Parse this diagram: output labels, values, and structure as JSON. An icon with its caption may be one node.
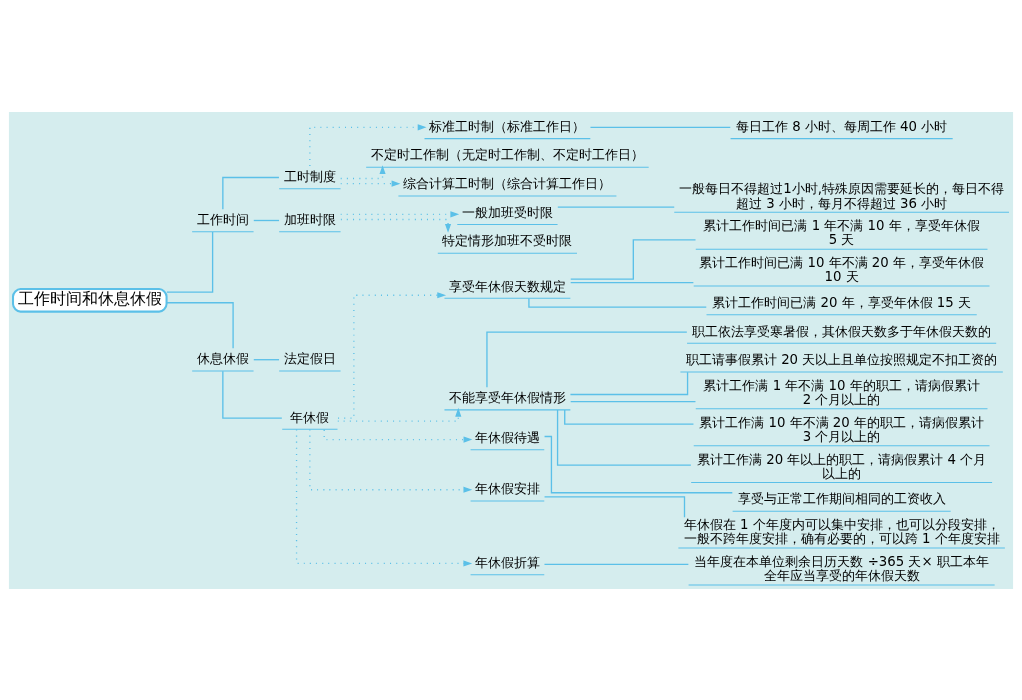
{
  "diagram": {
    "nodes": [
      {
        "text": [
          "工作时间和休息休假"
        ]
      },
      {
        "text": [
          "工作时间"
        ]
      },
      {
        "text": [
          "工时制度"
        ]
      },
      {
        "text": [
          "标准工时制（标准工作日）"
        ]
      },
      {
        "text": [
          "每日工作 8 小时、每周工作 40 小时"
        ]
      },
      {
        "text": [
          "不定时工作制（无定时工作制、不定时工作日）"
        ]
      },
      {
        "text": [
          "综合计算工时制（综合计算工作日）"
        ]
      },
      {
        "text": [
          "加班时限"
        ]
      },
      {
        "text": [
          "一般加班受时限"
        ]
      },
      {
        "text": [
          "一般每日不得超过1小时,特殊原因需要延长的，每日不得超过 3 小时，每月不得超过 36 小时"
        ]
      },
      {
        "text": [
          "特定情形加班不受时限"
        ]
      },
      {
        "text": [
          "休息休假"
        ]
      },
      {
        "text": [
          "法定假日"
        ]
      },
      {
        "text": [
          "年休假"
        ]
      },
      {
        "text": [
          "享受年休假天数规定"
        ]
      },
      {
        "text": [
          "累计工作时间已满 1 年不满 10 年，享受年休假 5 天"
        ]
      },
      {
        "text": [
          "累计工作时间已满 10 年不满 20 年，享受年休假 10 天"
        ]
      },
      {
        "text": [
          "累计工作时间已满 20 年，享受年休假 15 天"
        ]
      },
      {
        "text": [
          "不能享受年休假情形"
        ]
      },
      {
        "text": [
          "职工依法享受寒暑假，其休假天数多于年休假天数的"
        ]
      },
      {
        "text": [
          "职工请事假累计 20 天以上且单位按照规定不扣工资的"
        ]
      },
      {
        "text": [
          "累计工作满 1 年不满 10 年的职工，请病假累计 2 个月以上的"
        ]
      },
      {
        "text": [
          "累计工作满 10 年不满 20 年的职工，请病假累计 3 个月以上的"
        ]
      },
      {
        "text": [
          "累计工作满 20 年以上的职工，请病假累计 4 个月以上的"
        ]
      },
      {
        "text": [
          "年休假待遇"
        ]
      },
      {
        "text": [
          "享受与正常工作期间相同的工资收入"
        ]
      },
      {
        "text": [
          "年休假安排"
        ]
      },
      {
        "text": [
          "年休假在 1 个年度内可以集中安排，也可以分段安排，一般不跨年度安排，确有必要的，可以跨 1 个年度安排"
        ]
      },
      {
        "text": [
          "年休假折算"
        ]
      },
      {
        "text": [
          "当年度在本单位剩余日历天数 ÷365 天× 职工本年全年应当享受的年休假天数"
        ]
      }
    ],
    "edges": [
      {
        "from": 0,
        "to": 1,
        "arrow": "none"
      },
      {
        "from": 0,
        "to": 11,
        "arrow": "none"
      },
      {
        "from": 1,
        "to": 2,
        "arrow": "none"
      },
      {
        "from": 1,
        "to": 7,
        "arrow": "none"
      },
      {
        "from": 2,
        "to": 3,
        "arrow": "to",
        "style": "dashed"
      },
      {
        "from": 2,
        "to": 5,
        "arrow": "to",
        "style": "dashed"
      },
      {
        "from": 2,
        "to": 6,
        "arrow": "to",
        "style": "dashed"
      },
      {
        "from": 3,
        "to": 4,
        "arrow": "none"
      },
      {
        "from": 7,
        "to": 8,
        "arrow": "to",
        "style": "dashed"
      },
      {
        "from": 7,
        "to": 10,
        "arrow": "to",
        "style": "dashed"
      },
      {
        "from": 8,
        "to": 9,
        "arrow": "none"
      },
      {
        "from": 11,
        "to": 12,
        "arrow": "none"
      },
      {
        "from": 11,
        "to": 13,
        "arrow": "none"
      },
      {
        "from": 13,
        "to": 14,
        "arrow": "to",
        "style": "dashed"
      },
      {
        "from": 13,
        "to": 18,
        "arrow": "to",
        "style": "dashed"
      },
      {
        "from": 13,
        "to": 24,
        "arrow": "to",
        "style": "dashed"
      },
      {
        "from": 13,
        "to": 26,
        "arrow": "to",
        "style": "dashed"
      },
      {
        "from": 13,
        "to": 28,
        "arrow": "to",
        "style": "dashed"
      },
      {
        "from": 14,
        "to": 15,
        "arrow": "none"
      },
      {
        "from": 14,
        "to": 16,
        "arrow": "none"
      },
      {
        "from": 14,
        "to": 17,
        "arrow": "none"
      },
      {
        "from": 18,
        "to": 19,
        "arrow": "none"
      },
      {
        "from": 18,
        "to": 20,
        "arrow": "none"
      },
      {
        "from": 18,
        "to": 21,
        "arrow": "none"
      },
      {
        "from": 18,
        "to": 22,
        "arrow": "none"
      },
      {
        "from": 18,
        "to": 23,
        "arrow": "none"
      },
      {
        "from": 24,
        "to": 25,
        "arrow": "none"
      },
      {
        "from": 26,
        "to": 27,
        "arrow": "none"
      },
      {
        "from": 28,
        "to": 29,
        "arrow": "none"
      }
    ]
  }
}
